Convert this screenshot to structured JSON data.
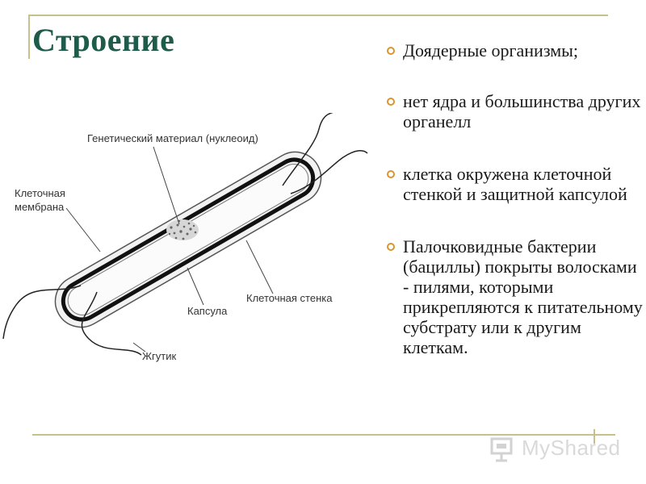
{
  "slide": {
    "title": "Строение",
    "bullets": [
      "Доядерные организмы;",
      "нет ядра и большинства других органелл",
      "клетка окружена клеточной стенкой и защитной капсулой",
      "Палочковидные бактерии (бациллы) покрыты волосками - пилями, которыми прикрепляются к питательному субстрату или к другим клеткам."
    ]
  },
  "diagram": {
    "labels": {
      "nucleoid": "Генетический материал (нуклеоид)",
      "membrane_line1": "Клеточная",
      "membrane_line2": "мембрана",
      "wall": "Клеточная стенка",
      "capsule": "Капсула",
      "flagellum": "Жгутик"
    }
  },
  "footer": {
    "logo_text": "MyShared",
    "logo_icon": "presentation-screen-icon"
  },
  "colors": {
    "title": "#1e5b4a",
    "bullet_ring": "#d9962e",
    "rule": "#c8c08a",
    "logo": "#d9d9d9"
  }
}
